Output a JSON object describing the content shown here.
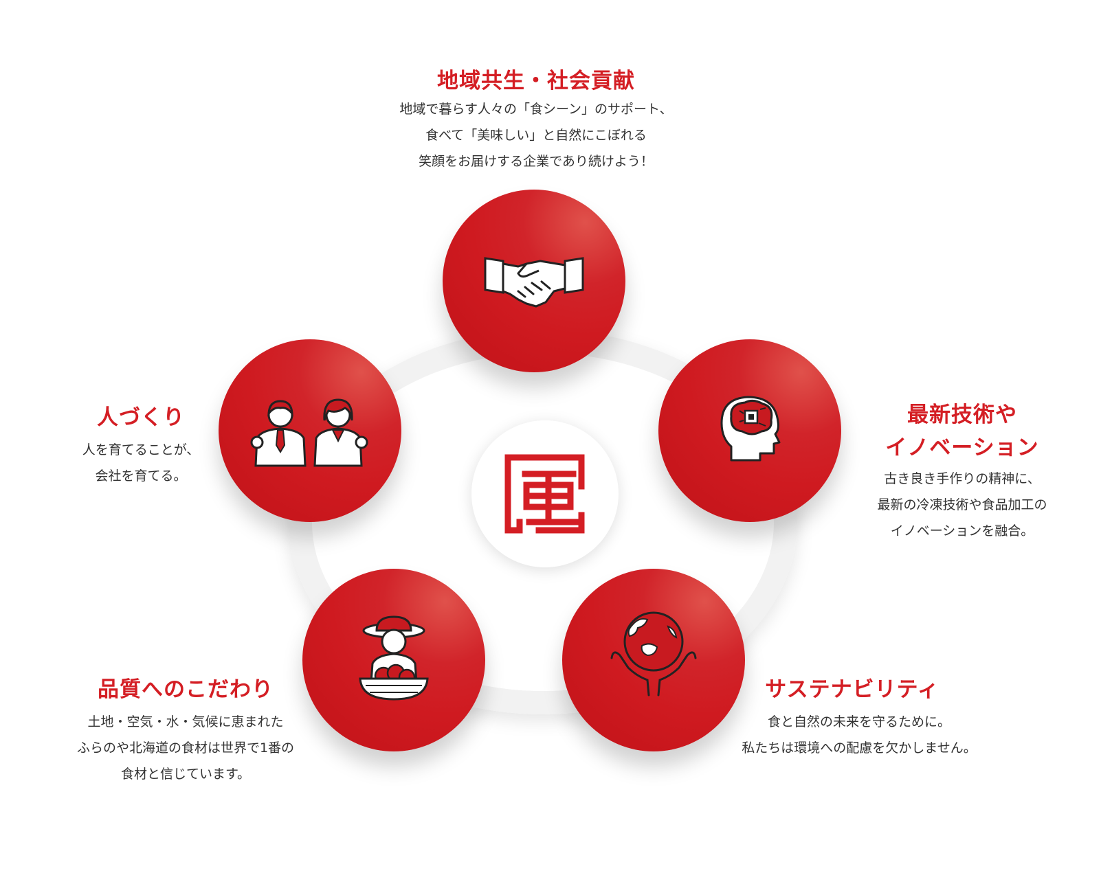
{
  "brand": {
    "accent": "#d41e24",
    "logo_name": "kanji-logo-icon"
  },
  "sections": {
    "community": {
      "title": "地域共生・社会貢献",
      "lines": [
        "地域で暮らす人々の「食シーン」のサポート、",
        "食べて「美味しい」と自然にこぼれる",
        "笑顔をお届けする企業であり続けよう！"
      ],
      "icon": "handshake-icon"
    },
    "people": {
      "title": "人づくり",
      "lines": [
        "人を育てることが、",
        "会社を育てる。"
      ],
      "icon": "business-people-icon"
    },
    "innovation": {
      "title_lines": [
        "最新技術や",
        "イノベーション"
      ],
      "lines": [
        "古き良き手作りの精神に、",
        "最新の冷凍技術や食品加工の",
        "イノベーションを融合。"
      ],
      "icon": "brain-chip-icon"
    },
    "quality": {
      "title": "品質へのこだわり",
      "lines": [
        "土地・空気・水・気候に恵まれた",
        "ふらのや北海道の食材は世界で1番の",
        "食材と信じています。"
      ],
      "icon": "farmer-basket-icon"
    },
    "sustainability": {
      "title": "サステナビリティ",
      "lines": [
        "食と自然の未来を守るために。",
        "私たちは環境への配慮を欠かしません。"
      ],
      "icon": "globe-hands-icon"
    }
  }
}
